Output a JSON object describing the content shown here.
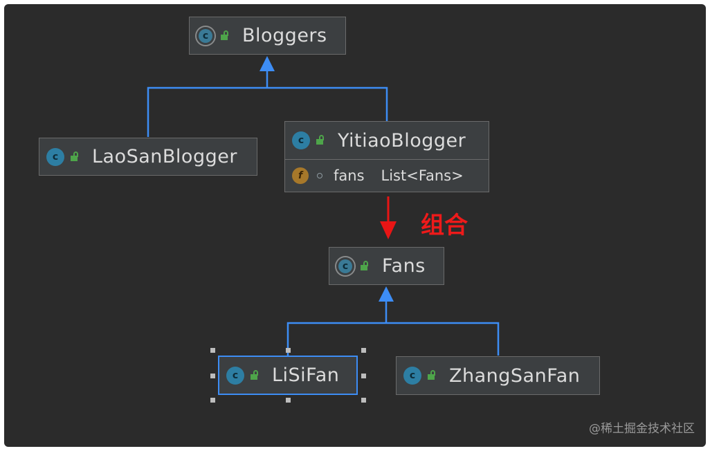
{
  "diagram": {
    "classes": [
      {
        "id": "bloggers",
        "name": "Bloggers",
        "abstract": true
      },
      {
        "id": "laosan",
        "name": "LaoSanBlogger",
        "abstract": false
      },
      {
        "id": "yitiao",
        "name": "YitiaoBlogger",
        "abstract": false,
        "field": {
          "name": "fans",
          "type": "List<Fans>"
        }
      },
      {
        "id": "fans",
        "name": "Fans",
        "abstract": true
      },
      {
        "id": "lisi",
        "name": "LiSiFan",
        "abstract": false,
        "selected": true
      },
      {
        "id": "zhangsan",
        "name": "ZhangSanFan",
        "abstract": false
      }
    ],
    "relations": [
      {
        "from": "LaoSanBlogger",
        "to": "Bloggers",
        "kind": "inheritance"
      },
      {
        "from": "YitiaoBlogger",
        "to": "Bloggers",
        "kind": "inheritance"
      },
      {
        "from": "YitiaoBlogger",
        "to": "Fans",
        "kind": "composition"
      },
      {
        "from": "LiSiFan",
        "to": "Fans",
        "kind": "inheritance"
      },
      {
        "from": "ZhangSanFan",
        "to": "Fans",
        "kind": "inheritance"
      }
    ],
    "annotation": "组合",
    "icons": {
      "class": "c",
      "field": "f"
    },
    "colors": {
      "background": "#2b2b2b",
      "node": "#3c3f41",
      "inheritance": "#3d8df5",
      "composition": "#e81515",
      "annotation": "#ee1a1a",
      "selection": "#3d8df5"
    }
  },
  "watermark": "@稀土掘金技术社区"
}
